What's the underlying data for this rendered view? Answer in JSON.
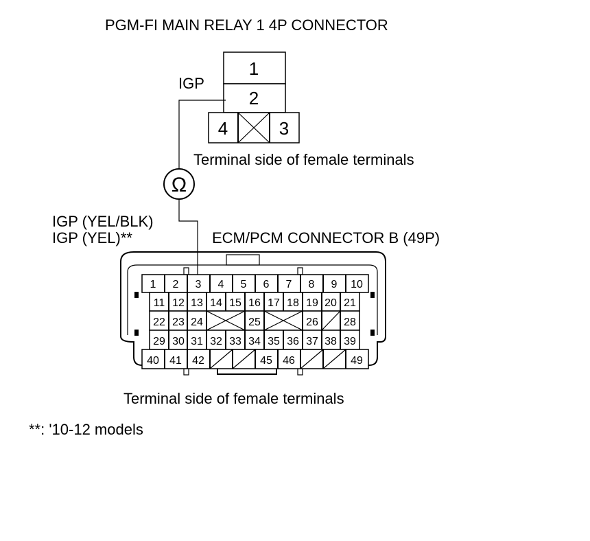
{
  "relay": {
    "title": "PGM-FI MAIN RELAY 1 4P CONNECTOR",
    "pins": {
      "p1": "1",
      "p2": "2",
      "p3": "3",
      "p4": "4"
    },
    "wire_label": "IGP",
    "caption": "Terminal side of female terminals"
  },
  "meter": {
    "symbol": "Ω"
  },
  "ecm": {
    "title": "ECM/PCM CONNECTOR B (49P)",
    "wire_label_1": "IGP (YEL/BLK)",
    "wire_label_2": "IGP (YEL)**",
    "caption": "Terminal side of female terminals",
    "row1": [
      "1",
      "2",
      "3",
      "4",
      "5",
      "6",
      "7",
      "8",
      "9",
      "10"
    ],
    "row2": [
      "11",
      "12",
      "13",
      "14",
      "15",
      "16",
      "17",
      "18",
      "19",
      "20",
      "21"
    ],
    "row3": [
      "22",
      "23",
      "24",
      "",
      "25",
      "",
      "26",
      "",
      "28"
    ],
    "row4": [
      "29",
      "30",
      "31",
      "32",
      "33",
      "34",
      "35",
      "36",
      "37",
      "38",
      "39"
    ],
    "row5": [
      "40",
      "41",
      "42",
      "",
      "",
      "45",
      "46",
      "",
      "",
      "49"
    ]
  },
  "footnote": "**: '10-12 models"
}
